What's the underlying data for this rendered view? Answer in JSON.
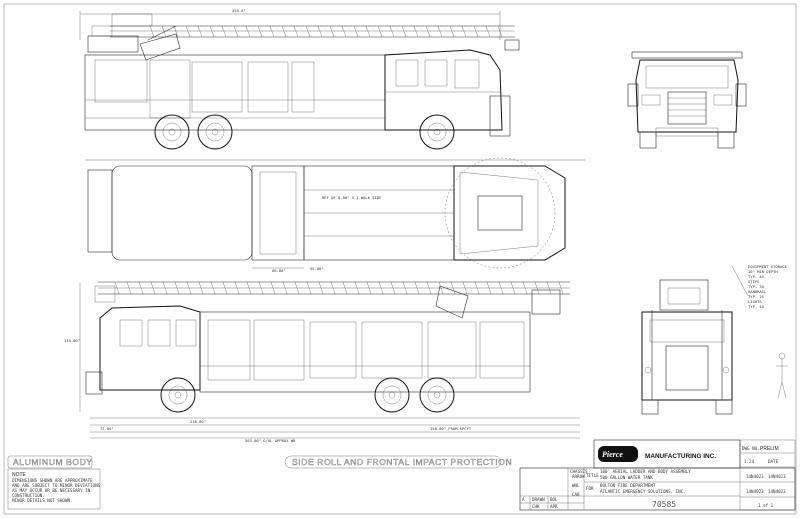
{
  "dimensions": {
    "overall_top": "455.0\"",
    "overall_bottom": "503.00\" O/AL APPROX WB",
    "wheelbase_bottom": "218.00\"",
    "front_overhang": "72.00\"",
    "rear_overhang": "158.00\" FROM SPCFT",
    "height": "135.00\"",
    "plan_a": "66.00\"",
    "plan_b": "55.00\"",
    "plan_note": "REF OF 8.00\" X 1 WALK SIDE"
  },
  "banners": {
    "left": "ALUMINUM BODY",
    "center": "SIDE ROLL AND FRONTAL IMPACT PROTECTION"
  },
  "note": {
    "title": "NOTE",
    "lines": [
      "DIMENSIONS SHOWN ARE APPROXIMATE",
      "AND ARE SUBJECT TO MINOR DEVIATIONS",
      "AS MAY OCCUR OR BE NECESSARY IN",
      "CONSTRUCTION.",
      "MINOR DETAILS NOT SHOWN."
    ]
  },
  "title_block": {
    "company": "MANUFACTURING INC.",
    "logo_text": "Pierce",
    "title_label": "TITLE",
    "title_lines": [
      "100' AERIAL LADDER AND BODY ASSEMBLY",
      "500 GALLON WATER TANK"
    ],
    "for_label": "FOR",
    "for_lines": [
      "BOLTON FIRE DEPARTMENT",
      "ATLANTIC EMERGENCY SOLUTIONS, INC."
    ],
    "chassis_label": "CHASSIS",
    "chassis_value": "ARROW",
    "wheel_label": "WHL",
    "cab_label": "CAB",
    "date_text": "BOL",
    "drawing_number": "70585",
    "drw_no_label": "DWG NO.",
    "prelim": "PRELIM",
    "scale_value": "1:24",
    "date_label": "DATE",
    "sheet_value": "1 of 1",
    "revision": "A",
    "drawn_label": "DRAWN",
    "checked_label": "CHK",
    "appr_label": "APR",
    "code_a": "14N4023",
    "code_b": "14N4023"
  },
  "rear_view_callout": {
    "lines": [
      "EQUIPMENT STORAGE",
      "10\" MIN DEPTH",
      "TYP. 4X",
      "STEPS",
      "TYP. 3X",
      "HANDRAIL",
      "TYP. 2X",
      "LIGHTS",
      "TYP. 4X"
    ]
  }
}
